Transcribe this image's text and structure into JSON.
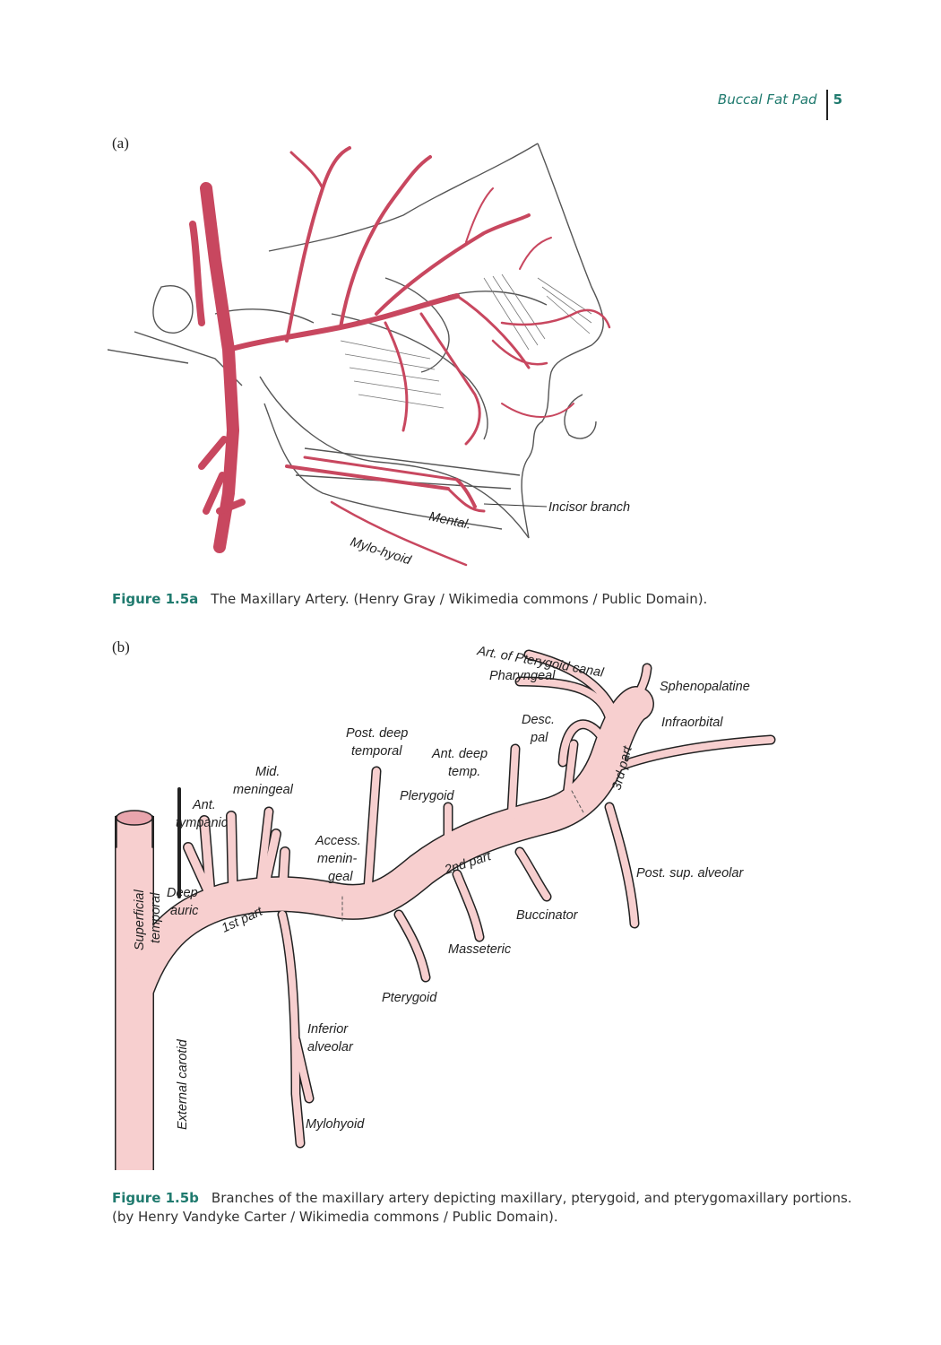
{
  "running_head": {
    "title": "Buccal Fat Pad",
    "page_number": "5"
  },
  "figure_a": {
    "panel_label": "(a)",
    "labels": {
      "incisor": "Incisor branch",
      "mental": "Mental.",
      "mylohyoid": "Mylo-hyoid"
    },
    "caption_label": "Figure 1.5a",
    "caption_text": "The Maxillary Artery. (Henry Gray / Wikimedia commons / Public Domain)."
  },
  "figure_b": {
    "panel_label": "(b)",
    "labels": {
      "superficial_1": "Superficial",
      "superficial_2": "temporal",
      "external_carotid": "External carotid",
      "ant_tympanic_1": "Ant.",
      "ant_tympanic_2": "tympanic",
      "mid_meningeal_1": "Mid.",
      "mid_meningeal_2": "meningeal",
      "deep_auric_1": "Deep",
      "deep_auric_2": "auric",
      "first_part": "1st part",
      "access_1": "Access.",
      "access_2": "menin-",
      "access_3": "geal",
      "post_deep_1": "Post. deep",
      "post_deep_2": "temporal",
      "ant_deep_1": "Ant. deep",
      "ant_deep_2": "temp.",
      "plerygoid": "Plerygoid",
      "second_part": "2nd part",
      "desc_pal_1": "Desc.",
      "desc_pal_2": "pal",
      "third_part": "3rd part",
      "art_pterygoid": "Art. of Pterygoid canal",
      "pharyngeal": "Pharyngeal",
      "sphenopalatine": "Sphenopalatine",
      "infraorbital": "Infraorbital",
      "post_sup_alveolar": "Post. sup. alveolar",
      "buccinator": "Buccinator",
      "masseteric": "Masseteric",
      "pterygoid": "Pterygoid",
      "inferior_alveolar_1": "Inferior",
      "inferior_alveolar_2": "alveolar",
      "mylohyoid": "Mylohyoid"
    },
    "caption_label": "Figure 1.5b",
    "caption_text": "Branches of the maxillary artery depicting maxillary, pterygoid, and pterygomaxillary portions. (by Henry Vandyke Carter / Wikimedia commons / Public Domain)."
  },
  "colors": {
    "accent": "#1f7a6e",
    "artery_a": "#c8475f",
    "artery_b": "#f7cfcf"
  }
}
